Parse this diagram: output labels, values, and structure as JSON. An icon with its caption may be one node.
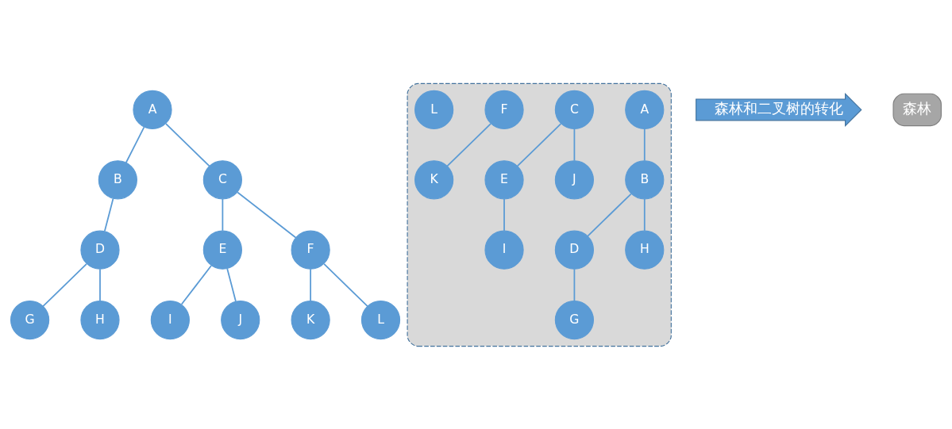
{
  "diagram": {
    "nodes": [
      {
        "text": [
          "A"
        ]
      },
      {
        "text": [
          "B"
        ]
      },
      {
        "text": [
          "C"
        ]
      },
      {
        "text": [
          "D"
        ]
      },
      {
        "text": [
          "E"
        ]
      },
      {
        "text": [
          "F"
        ]
      },
      {
        "text": [
          "G"
        ]
      },
      {
        "text": [
          "H"
        ]
      },
      {
        "text": [
          "I"
        ]
      },
      {
        "text": [
          "J"
        ]
      },
      {
        "text": [
          "K"
        ]
      },
      {
        "text": [
          "L"
        ]
      },
      {
        "text": [],
        "shape": "box"
      },
      {
        "text": [
          "A"
        ],
        "in": 12
      },
      {
        "text": [
          "B"
        ],
        "in": 12
      },
      {
        "text": [
          "D"
        ],
        "in": 12
      },
      {
        "text": [
          "H"
        ],
        "in": 12
      },
      {
        "text": [
          "G"
        ],
        "in": 12
      },
      {
        "text": [
          "C"
        ],
        "in": 12
      },
      {
        "text": [
          "E"
        ],
        "in": 12
      },
      {
        "text": [
          "J"
        ],
        "in": 12
      },
      {
        "text": [
          "I"
        ],
        "in": 12
      },
      {
        "text": [
          "F"
        ],
        "in": 12
      },
      {
        "text": [
          "K"
        ],
        "in": 12
      },
      {
        "text": [
          "L"
        ],
        "in": 12
      },
      {
        "text": [
          "森林和二叉树的转化"
        ]
      },
      {
        "text": [
          "森林"
        ]
      }
    ],
    "edges": [
      {
        "from": 0,
        "to": 1,
        "arrow": "none"
      },
      {
        "from": 0,
        "to": 2,
        "arrow": "none"
      },
      {
        "from": 1,
        "to": 3,
        "arrow": "none"
      },
      {
        "from": 2,
        "to": 4,
        "arrow": "none"
      },
      {
        "from": 2,
        "to": 5,
        "arrow": "none"
      },
      {
        "from": 3,
        "to": 6,
        "arrow": "none"
      },
      {
        "from": 3,
        "to": 7,
        "arrow": "none"
      },
      {
        "from": 4,
        "to": 8,
        "arrow": "none"
      },
      {
        "from": 4,
        "to": 9,
        "arrow": "none"
      },
      {
        "from": 5,
        "to": 10,
        "arrow": "none"
      },
      {
        "from": 5,
        "to": 11,
        "arrow": "none"
      },
      {
        "from": 13,
        "to": 14,
        "arrow": "none"
      },
      {
        "from": 14,
        "to": 15,
        "arrow": "none"
      },
      {
        "from": 14,
        "to": 16,
        "arrow": "none"
      },
      {
        "from": 15,
        "to": 17,
        "arrow": "none"
      },
      {
        "from": 18,
        "to": 19,
        "arrow": "none"
      },
      {
        "from": 18,
        "to": 20,
        "arrow": "none"
      },
      {
        "from": 19,
        "to": 21,
        "arrow": "none"
      },
      {
        "from": 22,
        "to": 23,
        "arrow": "none"
      }
    ]
  }
}
